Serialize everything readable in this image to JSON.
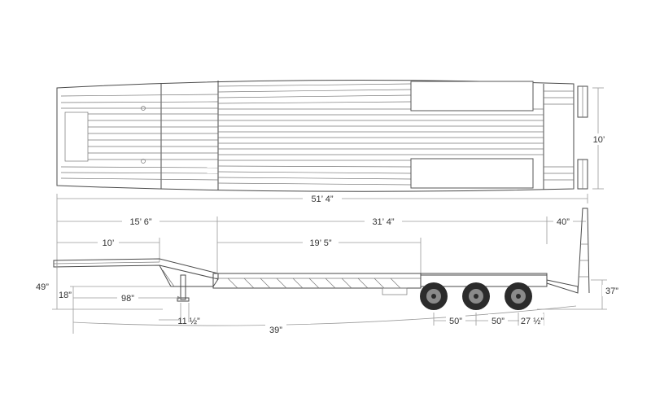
{
  "dimensions": {
    "top_width": "10’",
    "overall_length": "51’ 4”",
    "gooseneck_length": "15’ 6”",
    "deck_length": "31’ 4”",
    "rear_section": "40”",
    "upper_deck": "10’",
    "well_length": "19’ 5”",
    "deck_height_front": "49”",
    "ground_clearance_front": "18”",
    "kingpin_to_leg": "98”",
    "rear_height": "37”",
    "leg_offset": "11 ½”",
    "axle_spread_1": "50”",
    "axle_spread_2": "50”",
    "rear_overhang": "27 ½”",
    "wheel_to_end": "39”"
  }
}
